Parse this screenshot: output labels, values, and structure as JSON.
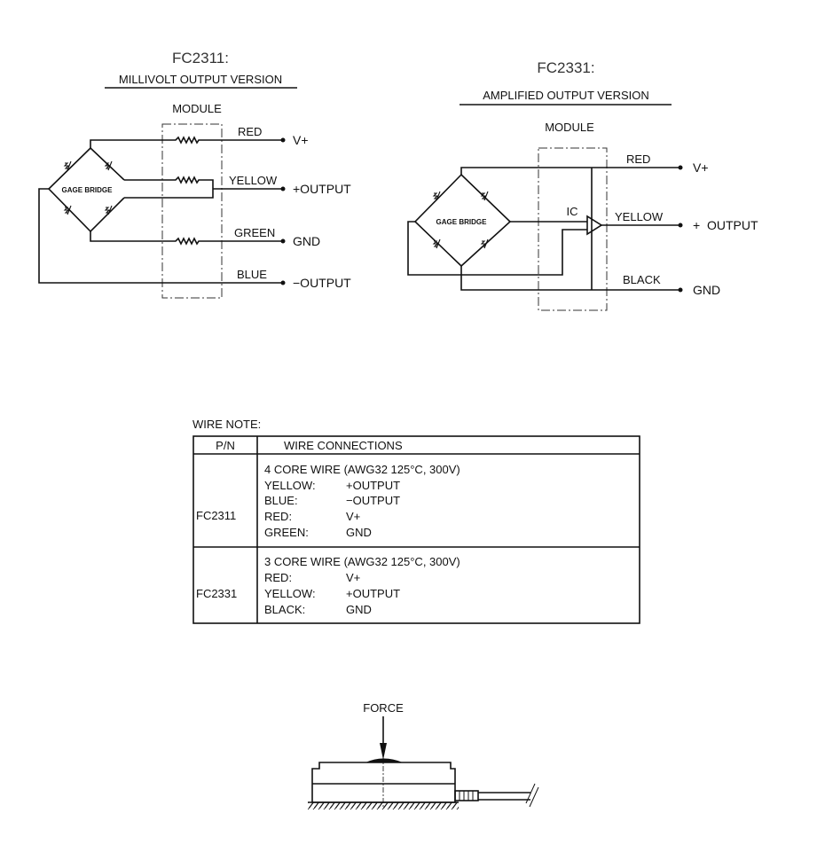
{
  "left": {
    "title": "FC2311:",
    "subtitle": "MILLIVOLT OUTPUT VERSION",
    "module_label": "MODULE",
    "bridge_label": "GAGE BRIDGE",
    "wires": [
      {
        "color": "RED",
        "signal": "V+"
      },
      {
        "color": "YELLOW",
        "signal": "+OUTPUT"
      },
      {
        "color": "GREEN",
        "signal": "GND"
      },
      {
        "color": "BLUE",
        "signal": "−OUTPUT"
      }
    ]
  },
  "right": {
    "title": "FC2331:",
    "subtitle": "AMPLIFIED OUTPUT VERSION",
    "module_label": "MODULE",
    "bridge_label": "GAGE BRIDGE",
    "ic_label": "IC",
    "wires": [
      {
        "color": "RED",
        "signal": "V+"
      },
      {
        "color": "YELLOW",
        "signal": "+  OUTPUT"
      },
      {
        "color": "BLACK",
        "signal": "GND"
      }
    ]
  },
  "wire_note": {
    "title": "WIRE NOTE:",
    "headers": [
      "P/N",
      "WIRE CONNECTIONS"
    ],
    "rows": [
      {
        "pn": "FC2311",
        "spec": "4 CORE WIRE (AWG32 125°C, 300V)",
        "lines": [
          [
            "YELLOW:",
            "+OUTPUT"
          ],
          [
            "BLUE:",
            "−OUTPUT"
          ],
          [
            "RED:",
            "V+"
          ],
          [
            "GREEN:",
            "GND"
          ]
        ]
      },
      {
        "pn": "FC2331",
        "spec": "3 CORE WIRE (AWG32 125°C, 300V)",
        "lines": [
          [
            "RED:",
            "V+"
          ],
          [
            "YELLOW:",
            "+OUTPUT"
          ],
          [
            "BLACK:",
            "GND"
          ]
        ]
      }
    ]
  },
  "sensor": {
    "force_label": "FORCE"
  }
}
